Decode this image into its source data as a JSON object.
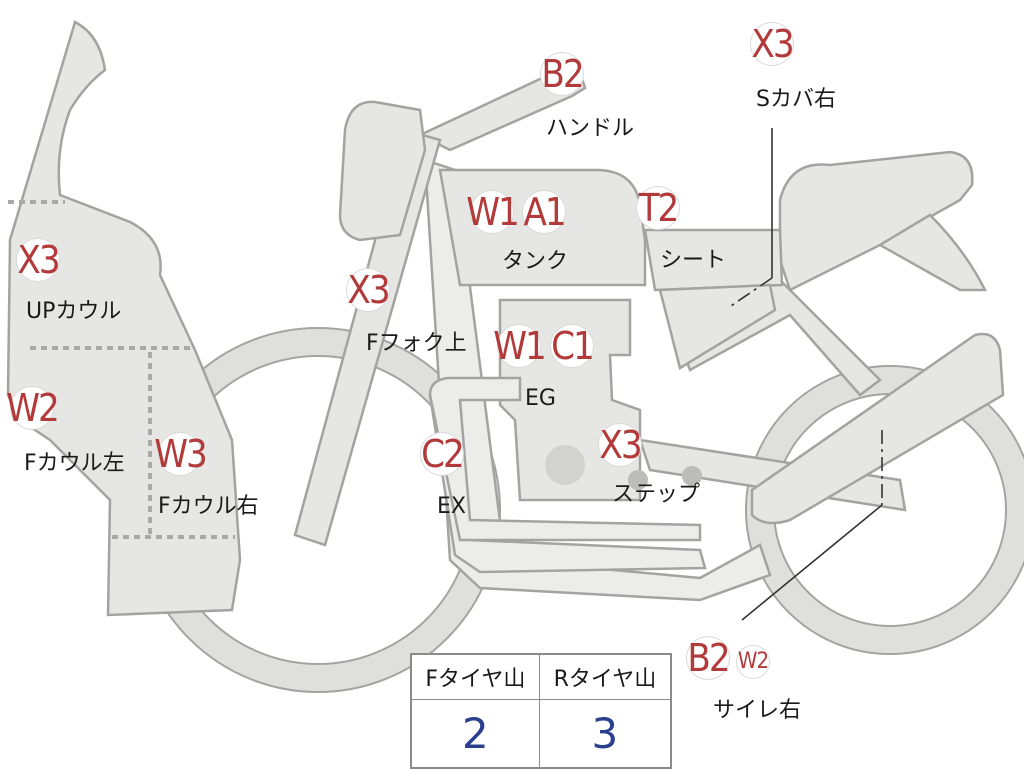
{
  "parts": [
    {
      "code": "X3",
      "label": "UPカウル"
    },
    {
      "code": "W2",
      "label": "Fカウル左"
    },
    {
      "code": "W3",
      "label": "Fカウル右"
    },
    {
      "code": "X3",
      "label": "Fフォク上"
    },
    {
      "code": "C2",
      "label": "EX"
    },
    {
      "codes": [
        "W1",
        "A1"
      ],
      "label": "タンク"
    },
    {
      "code": "B2",
      "label": "ハンドル"
    },
    {
      "codes": [
        "W1",
        "C1"
      ],
      "label": "EG"
    },
    {
      "code": "X3",
      "label": "ステップ"
    },
    {
      "code": "T2",
      "label": "シート"
    },
    {
      "code": "X3",
      "label": "Sカバ右"
    },
    {
      "codes": [
        "B2",
        "W2"
      ],
      "label": "サイレ右"
    }
  ],
  "tire_table": {
    "headers": [
      "Fタイヤ山",
      "Rタイヤ山"
    ],
    "values": [
      "2",
      "3"
    ]
  },
  "colors": {
    "code": "#b23a3a",
    "tire_value": "#2b3f8f",
    "body": "#e6e6e4"
  }
}
